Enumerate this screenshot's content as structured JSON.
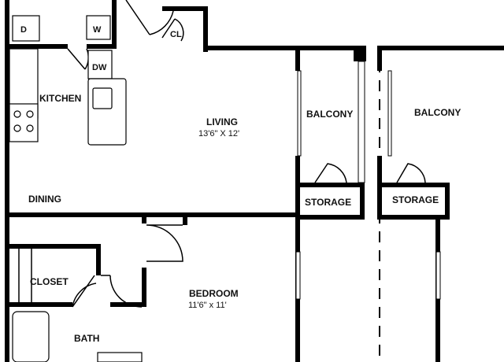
{
  "rooms": {
    "living": {
      "name": "LIVING",
      "dims": "13'6\" X 12'"
    },
    "bedroom": {
      "name": "BEDROOM",
      "dims": "11'6\" x 11'"
    },
    "kitchen": {
      "name": "KITCHEN"
    },
    "dining": {
      "name": "DINING"
    },
    "closet": {
      "name": "CLOSET"
    },
    "bath": {
      "name": "BATH"
    },
    "balcony_1": {
      "name": "BALCONY"
    },
    "balcony_2": {
      "name": "BALCONY"
    },
    "storage_1": {
      "name": "STORAGE"
    },
    "storage_2": {
      "name": "STORAGE"
    },
    "cl": {
      "name": "CL"
    }
  },
  "appliances": {
    "dryer": "D",
    "washer": "W",
    "dishwasher": "DW"
  }
}
